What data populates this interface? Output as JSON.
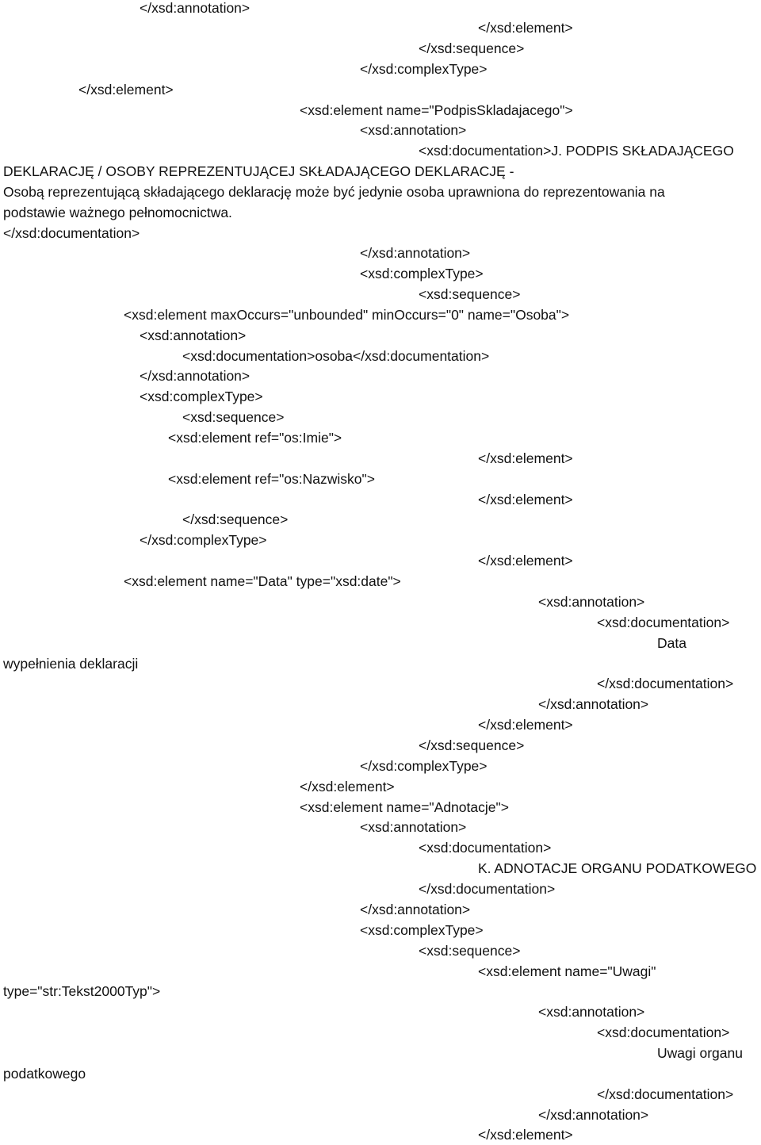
{
  "document": {
    "lines": [
      "</xsd:annotation>",
      "</xsd:element>",
      "</xsd:sequence>",
      "</xsd:complexType>",
      "</xsd:element>",
      "<xsd:element name=\"PodpisSkladajacego\">",
      "<xsd:annotation>",
      "<xsd:documentation>J. PODPIS SKŁADAJĄCEGO",
      "DEKLARACJĘ / OSOBY REPREZENTUJĄCEJ SKŁADAJĄCEGO DEKLARACJĘ -",
      "Osobą reprezentującą składającego deklarację może być jedynie osoba uprawniona do reprezentowania na",
      "podstawie ważnego pełnomocnictwa.",
      "</xsd:documentation>",
      "</xsd:annotation>",
      "<xsd:complexType>",
      "<xsd:sequence>",
      "<xsd:element maxOccurs=\"unbounded\" minOccurs=\"0\" name=\"Osoba\">",
      "<xsd:annotation>",
      "<xsd:documentation>osoba</xsd:documentation>",
      "</xsd:annotation>",
      "<xsd:complexType>",
      "<xsd:sequence>",
      "<xsd:element ref=\"os:Imie\">",
      "</xsd:element>",
      "<xsd:element ref=\"os:Nazwisko\">",
      "</xsd:element>",
      "</xsd:sequence>",
      "</xsd:complexType>",
      "</xsd:element>",
      "<xsd:element name=\"Data\" type=\"xsd:date\">",
      "<xsd:annotation>",
      "<xsd:documentation>",
      "Data",
      "wypełnienia deklaracji",
      "</xsd:documentation>",
      "</xsd:annotation>",
      "</xsd:element>",
      "</xsd:sequence>",
      "</xsd:complexType>",
      "</xsd:element>",
      "<xsd:element name=\"Adnotacje\">",
      "<xsd:annotation>",
      "<xsd:documentation>",
      "K. ADNOTACJE ORGANU PODATKOWEGO",
      "</xsd:documentation>",
      "</xsd:annotation>",
      "<xsd:complexType>",
      "<xsd:sequence>",
      "<xsd:element name=\"Uwagi\"",
      "type=\"str:Tekst2000Typ\">",
      "<xsd:annotation>",
      "<xsd:documentation>",
      "Uwagi organu",
      "podatkowego",
      "</xsd:documentation>",
      "</xsd:annotation>",
      "</xsd:element>"
    ]
  }
}
